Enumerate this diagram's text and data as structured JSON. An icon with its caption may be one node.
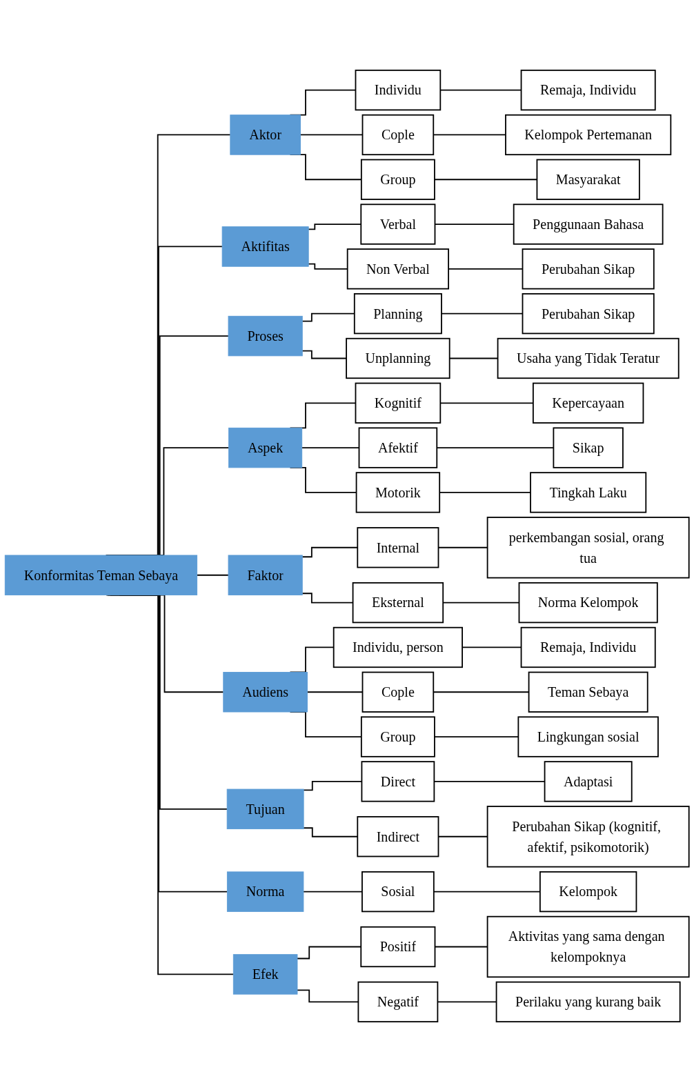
{
  "diagram": {
    "nodes": [
      {
        "text": [
          "Konformitas Teman Sebaya"
        ]
      },
      {
        "text": [
          "Aktor"
        ]
      },
      {
        "text": [
          "Individu"
        ]
      },
      {
        "text": [
          "Remaja, Individu"
        ]
      },
      {
        "text": [
          "Cople"
        ]
      },
      {
        "text": [
          "Kelompok Pertemanan"
        ]
      },
      {
        "text": [
          "Group"
        ]
      },
      {
        "text": [
          "Masyarakat"
        ]
      },
      {
        "text": [
          "Aktifitas"
        ]
      },
      {
        "text": [
          "Verbal"
        ]
      },
      {
        "text": [
          "Penggunaan Bahasa"
        ]
      },
      {
        "text": [
          "Non Verbal"
        ]
      },
      {
        "text": [
          "Perubahan Sikap"
        ]
      },
      {
        "text": [
          "Proses"
        ]
      },
      {
        "text": [
          "Planning"
        ]
      },
      {
        "text": [
          "Perubahan Sikap"
        ]
      },
      {
        "text": [
          "Unplanning"
        ]
      },
      {
        "text": [
          "Usaha yang Tidak Teratur"
        ]
      },
      {
        "text": [
          "Aspek"
        ]
      },
      {
        "text": [
          "Kognitif"
        ]
      },
      {
        "text": [
          "Kepercayaan"
        ]
      },
      {
        "text": [
          "Afektif"
        ]
      },
      {
        "text": [
          "Sikap"
        ]
      },
      {
        "text": [
          "Motorik"
        ]
      },
      {
        "text": [
          "Tingkah Laku"
        ]
      },
      {
        "text": [
          "Faktor"
        ]
      },
      {
        "text": [
          "Internal"
        ]
      },
      {
        "text": [
          "perkembangan sosial, orang tua"
        ]
      },
      {
        "text": [
          "Eksternal"
        ]
      },
      {
        "text": [
          "Norma Kelompok"
        ]
      },
      {
        "text": [
          "Audiens"
        ]
      },
      {
        "text": [
          "Individu, person"
        ]
      },
      {
        "text": [
          "Remaja, Individu"
        ]
      },
      {
        "text": [
          "Cople"
        ]
      },
      {
        "text": [
          "Teman Sebaya"
        ]
      },
      {
        "text": [
          "Group"
        ]
      },
      {
        "text": [
          "Lingkungan sosial"
        ]
      },
      {
        "text": [
          "Tujuan"
        ]
      },
      {
        "text": [
          "Direct"
        ]
      },
      {
        "text": [
          "Adaptasi"
        ]
      },
      {
        "text": [
          "Indirect"
        ]
      },
      {
        "text": [
          "Perubahan Sikap (kognitif, afektif, psikomotorik)"
        ]
      },
      {
        "text": [
          "Norma"
        ]
      },
      {
        "text": [
          "Sosial"
        ]
      },
      {
        "text": [
          "Kelompok"
        ]
      },
      {
        "text": [
          "Efek"
        ]
      },
      {
        "text": [
          "Positif"
        ]
      },
      {
        "text": [
          "Aktivitas yang sama dengan kelompoknya"
        ]
      },
      {
        "text": [
          "Negatif"
        ]
      },
      {
        "text": [
          "Perilaku yang kurang baik"
        ]
      }
    ],
    "edges": [
      {
        "from": 0,
        "to": 1,
        "arrow": "none"
      },
      {
        "from": 0,
        "to": 8,
        "arrow": "none"
      },
      {
        "from": 0,
        "to": 13,
        "arrow": "none"
      },
      {
        "from": 0,
        "to": 18,
        "arrow": "none"
      },
      {
        "from": 0,
        "to": 25,
        "arrow": "none"
      },
      {
        "from": 0,
        "to": 30,
        "arrow": "none"
      },
      {
        "from": 0,
        "to": 37,
        "arrow": "none"
      },
      {
        "from": 0,
        "to": 42,
        "arrow": "none"
      },
      {
        "from": 0,
        "to": 45,
        "arrow": "none"
      },
      {
        "from": 1,
        "to": 2,
        "arrow": "none"
      },
      {
        "from": 2,
        "to": 3,
        "arrow": "none"
      },
      {
        "from": 1,
        "to": 4,
        "arrow": "none"
      },
      {
        "from": 4,
        "to": 5,
        "arrow": "none"
      },
      {
        "from": 1,
        "to": 6,
        "arrow": "none"
      },
      {
        "from": 6,
        "to": 7,
        "arrow": "none"
      },
      {
        "from": 8,
        "to": 9,
        "arrow": "none"
      },
      {
        "from": 9,
        "to": 10,
        "arrow": "none"
      },
      {
        "from": 8,
        "to": 11,
        "arrow": "none"
      },
      {
        "from": 11,
        "to": 12,
        "arrow": "none"
      },
      {
        "from": 13,
        "to": 14,
        "arrow": "none"
      },
      {
        "from": 14,
        "to": 15,
        "arrow": "none"
      },
      {
        "from": 13,
        "to": 16,
        "arrow": "none"
      },
      {
        "from": 16,
        "to": 17,
        "arrow": "none"
      },
      {
        "from": 18,
        "to": 19,
        "arrow": "none"
      },
      {
        "from": 19,
        "to": 20,
        "arrow": "none"
      },
      {
        "from": 18,
        "to": 21,
        "arrow": "none"
      },
      {
        "from": 21,
        "to": 22,
        "arrow": "none"
      },
      {
        "from": 18,
        "to": 23,
        "arrow": "none"
      },
      {
        "from": 23,
        "to": 24,
        "arrow": "none"
      },
      {
        "from": 25,
        "to": 26,
        "arrow": "none"
      },
      {
        "from": 26,
        "to": 27,
        "arrow": "none"
      },
      {
        "from": 25,
        "to": 28,
        "arrow": "none"
      },
      {
        "from": 28,
        "to": 29,
        "arrow": "none"
      },
      {
        "from": 30,
        "to": 31,
        "arrow": "none"
      },
      {
        "from": 31,
        "to": 32,
        "arrow": "none"
      },
      {
        "from": 30,
        "to": 33,
        "arrow": "none"
      },
      {
        "from": 33,
        "to": 34,
        "arrow": "none"
      },
      {
        "from": 30,
        "to": 35,
        "arrow": "none"
      },
      {
        "from": 35,
        "to": 36,
        "arrow": "none"
      },
      {
        "from": 37,
        "to": 38,
        "arrow": "none"
      },
      {
        "from": 38,
        "to": 39,
        "arrow": "none"
      },
      {
        "from": 37,
        "to": 40,
        "arrow": "none"
      },
      {
        "from": 40,
        "to": 41,
        "arrow": "none"
      },
      {
        "from": 42,
        "to": 43,
        "arrow": "none"
      },
      {
        "from": 43,
        "to": 44,
        "arrow": "none"
      },
      {
        "from": 45,
        "to": 46,
        "arrow": "none"
      },
      {
        "from": 46,
        "to": 47,
        "arrow": "none"
      },
      {
        "from": 45,
        "to": 48,
        "arrow": "none"
      },
      {
        "from": 48,
        "to": 49,
        "arrow": "none"
      }
    ]
  }
}
